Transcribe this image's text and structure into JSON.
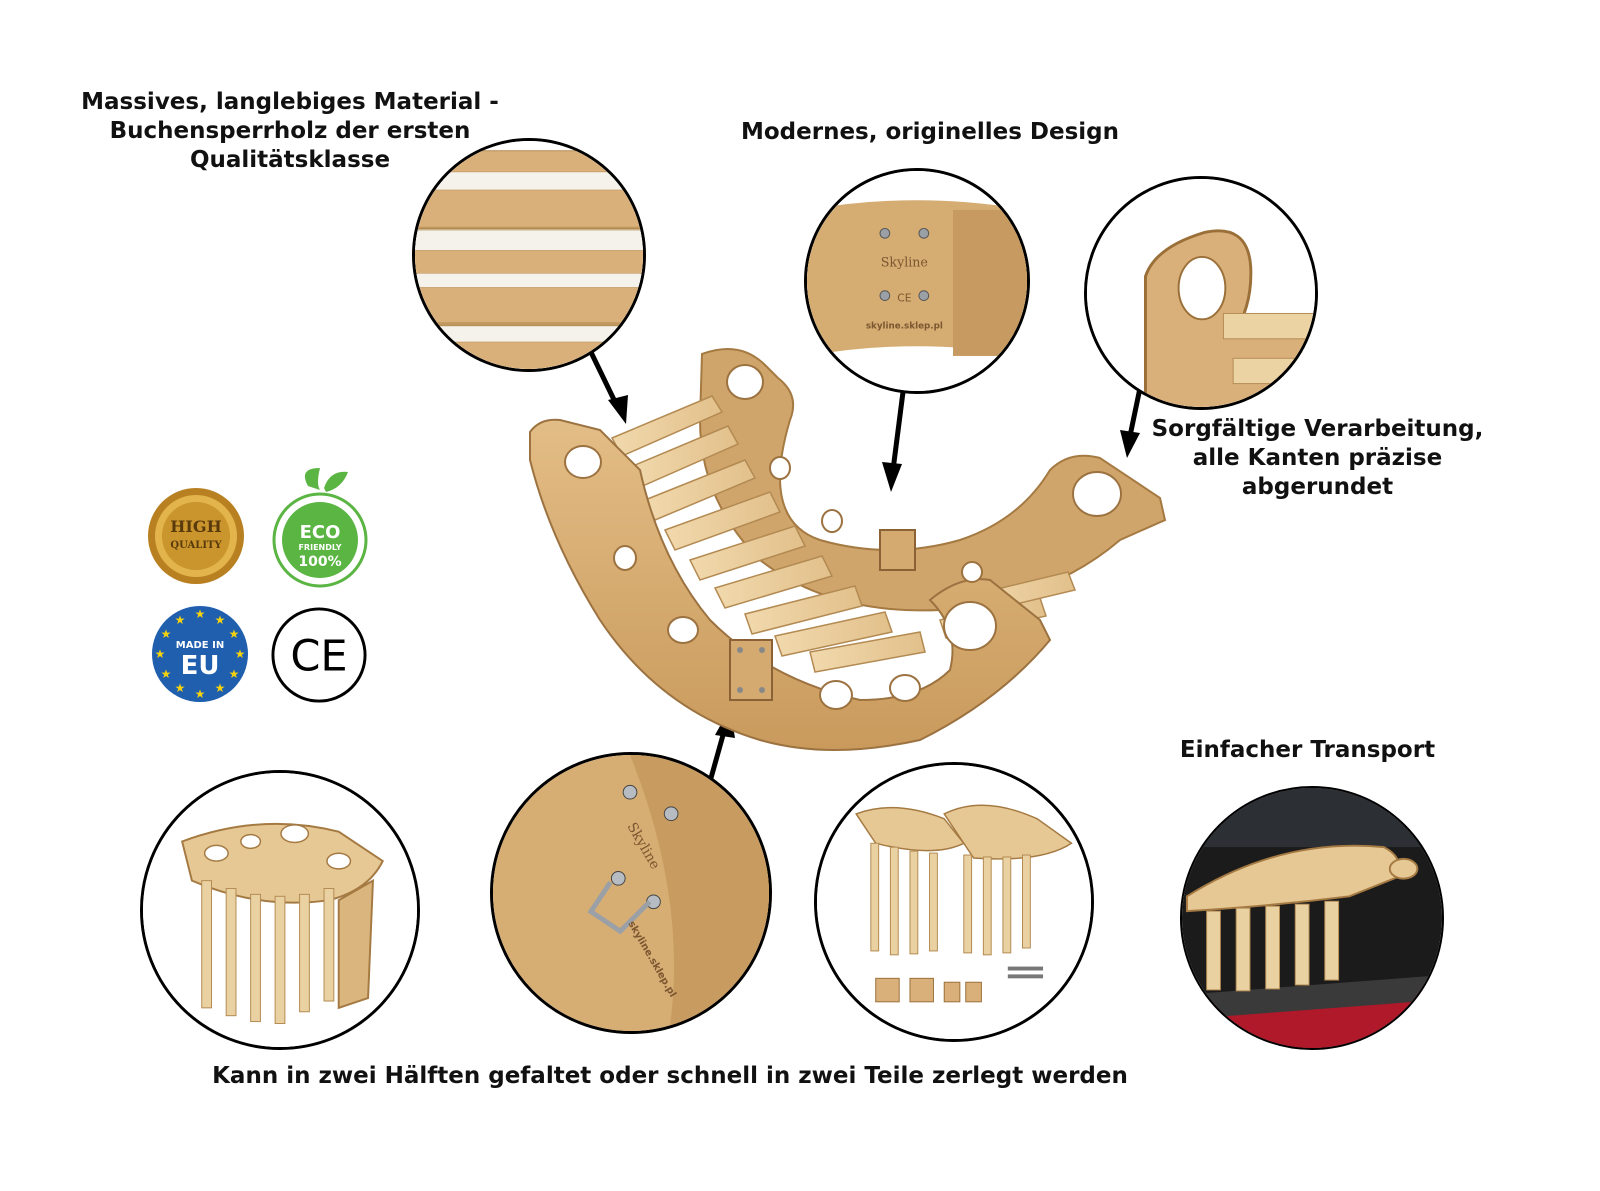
{
  "captions": {
    "material": {
      "lines": [
        "Massives, langlebiges Material -",
        "Buchensperrholz der ersten",
        "Qualitätsklasse"
      ]
    },
    "design": {
      "text": "Modernes, originelles Design"
    },
    "workmanship": {
      "lines": [
        "Sorgfältige Verarbeitung,",
        "alle Kanten präzise",
        "abgerundet"
      ]
    },
    "transport": {
      "text": "Einfacher Transport"
    },
    "folding": {
      "text": "Kann in zwei Hälften gefaltet oder schnell in zwei Teile zerlegt werden"
    }
  },
  "badges": {
    "high_quality": {
      "line1": "HIGH",
      "line2": "QUALITY",
      "icon": "gold-seal-icon"
    },
    "eco_friendly": {
      "line1": "ECO",
      "line2": "FRIENDLY",
      "line3": "100%",
      "icon": "leaf-recycle-icon"
    },
    "made_in_eu": {
      "line1": "MADE IN",
      "line2": "EU",
      "icon": "eu-stars-icon"
    },
    "ce": {
      "text": "CE",
      "icon": "ce-mark-icon"
    }
  },
  "brand_marks": {
    "logo": "Skyline",
    "mark": "CE",
    "url": "skyline.sklep.pl"
  },
  "colors": {
    "wood": "#d9b27a",
    "wood_dark": "#b98a4e",
    "wood_light": "#ecd3a4",
    "gold": "#c9952c",
    "eco_green": "#5bb543",
    "eu_blue": "#1f5fae",
    "eu_yellow": "#f5d20f"
  }
}
